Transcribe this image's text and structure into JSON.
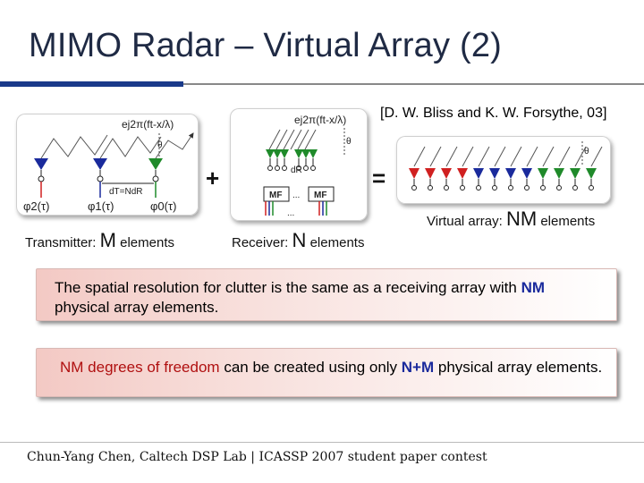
{
  "slide": {
    "title": "MIMO Radar – Virtual Array (2)",
    "citation": "[D. W. Bliss and K. W. Forsythe, 03]",
    "plus": "+",
    "equals": "=",
    "transmitter": {
      "label": "Transmitter:",
      "count": "M",
      "unit": "elements"
    },
    "receiver": {
      "label": "Receiver:",
      "count": "N",
      "unit": "elements"
    },
    "virtual": {
      "label": "Virtual array:",
      "count": "NM",
      "unit": "elements"
    },
    "box1": {
      "pre": "The spatial resolution for clutter is the same as a receiving array with ",
      "em": "NM",
      "post": " physical array elements."
    },
    "box2": {
      "em1": "NM degrees of freedom",
      "mid": " can be created using only ",
      "em2": "N+M",
      "post": " physical array elements."
    },
    "footer": "Chun-Yang Chen, Caltech DSP Lab | ICASSP 2007 student paper contest"
  },
  "figures": {
    "tx": {
      "wave": "ej2π(ft-x/λ)",
      "theta": "θ",
      "spacing": "dT=NdR",
      "phases": [
        "φ2(τ)",
        "φ1(τ)",
        "φ0(τ)"
      ]
    },
    "rx": {
      "wave": "ej2π(ft-x/λ)",
      "theta": "θ",
      "spacing": "dR",
      "filter": "MF",
      "ellipsis": "..."
    },
    "va": {
      "theta": "θ"
    }
  },
  "colors": {
    "title": "#1f2a44",
    "accent_bar": "#1a3a8a",
    "emphasis_blue": "#1a2a9c",
    "emphasis_red": "#b01010",
    "box_gradient_start": "#f3c9c4"
  }
}
